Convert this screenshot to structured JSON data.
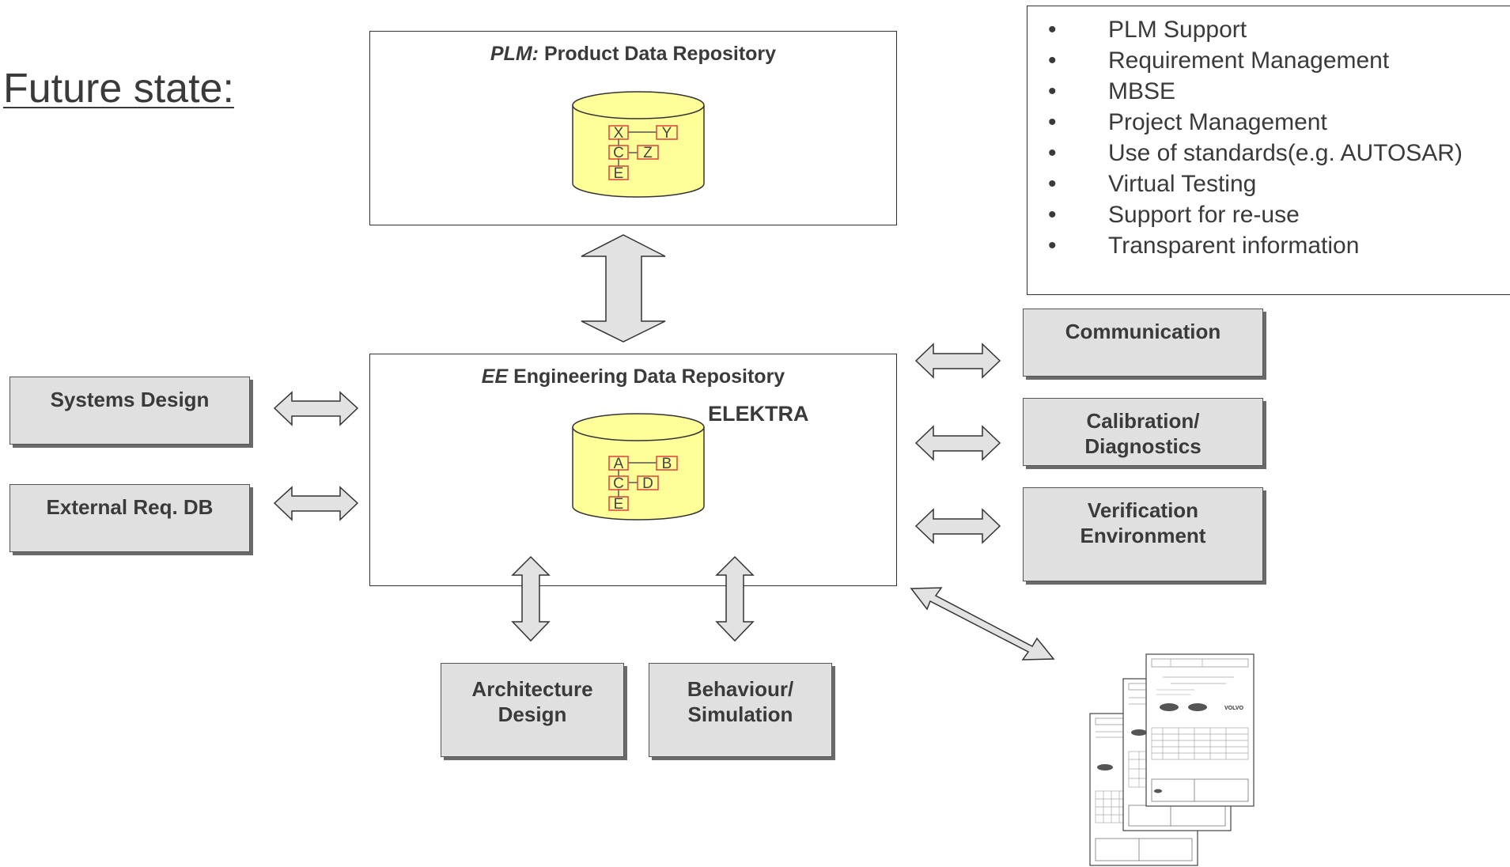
{
  "title": "Future state:",
  "bullets": [
    "PLM Support",
    "Requirement Management",
    "MBSE",
    "Project Management",
    "Use of standards(e.g. AUTOSAR)",
    "Virtual Testing",
    "Support for re-use",
    "Transparent information"
  ],
  "plm": {
    "title_italic": "PLM:",
    "title_rest": " Product Data Repository",
    "nodes": [
      "X",
      "Y",
      "C",
      "Z",
      "E"
    ]
  },
  "ee": {
    "title_italic": "EE",
    "title_rest": " Engineering Data Repository",
    "db_label": "ELEKTRA",
    "nodes": [
      "A",
      "B",
      "C",
      "D",
      "E"
    ]
  },
  "left_boxes": [
    "Systems Design",
    "External Req. DB"
  ],
  "right_boxes": [
    "Communication",
    "Calibration/\nDiagnostics",
    "Verification\nEnvironment"
  ],
  "bottom_boxes": [
    "Architecture\nDesign",
    "Behaviour/\nSimulation"
  ],
  "colors": {
    "db_fill": "#ffff99",
    "node_stroke": "#e0403a",
    "box_fill": "#e0e0e0",
    "arrow_fill": "#e2e2e2"
  },
  "doc_logos": [
    "VOLVO"
  ]
}
